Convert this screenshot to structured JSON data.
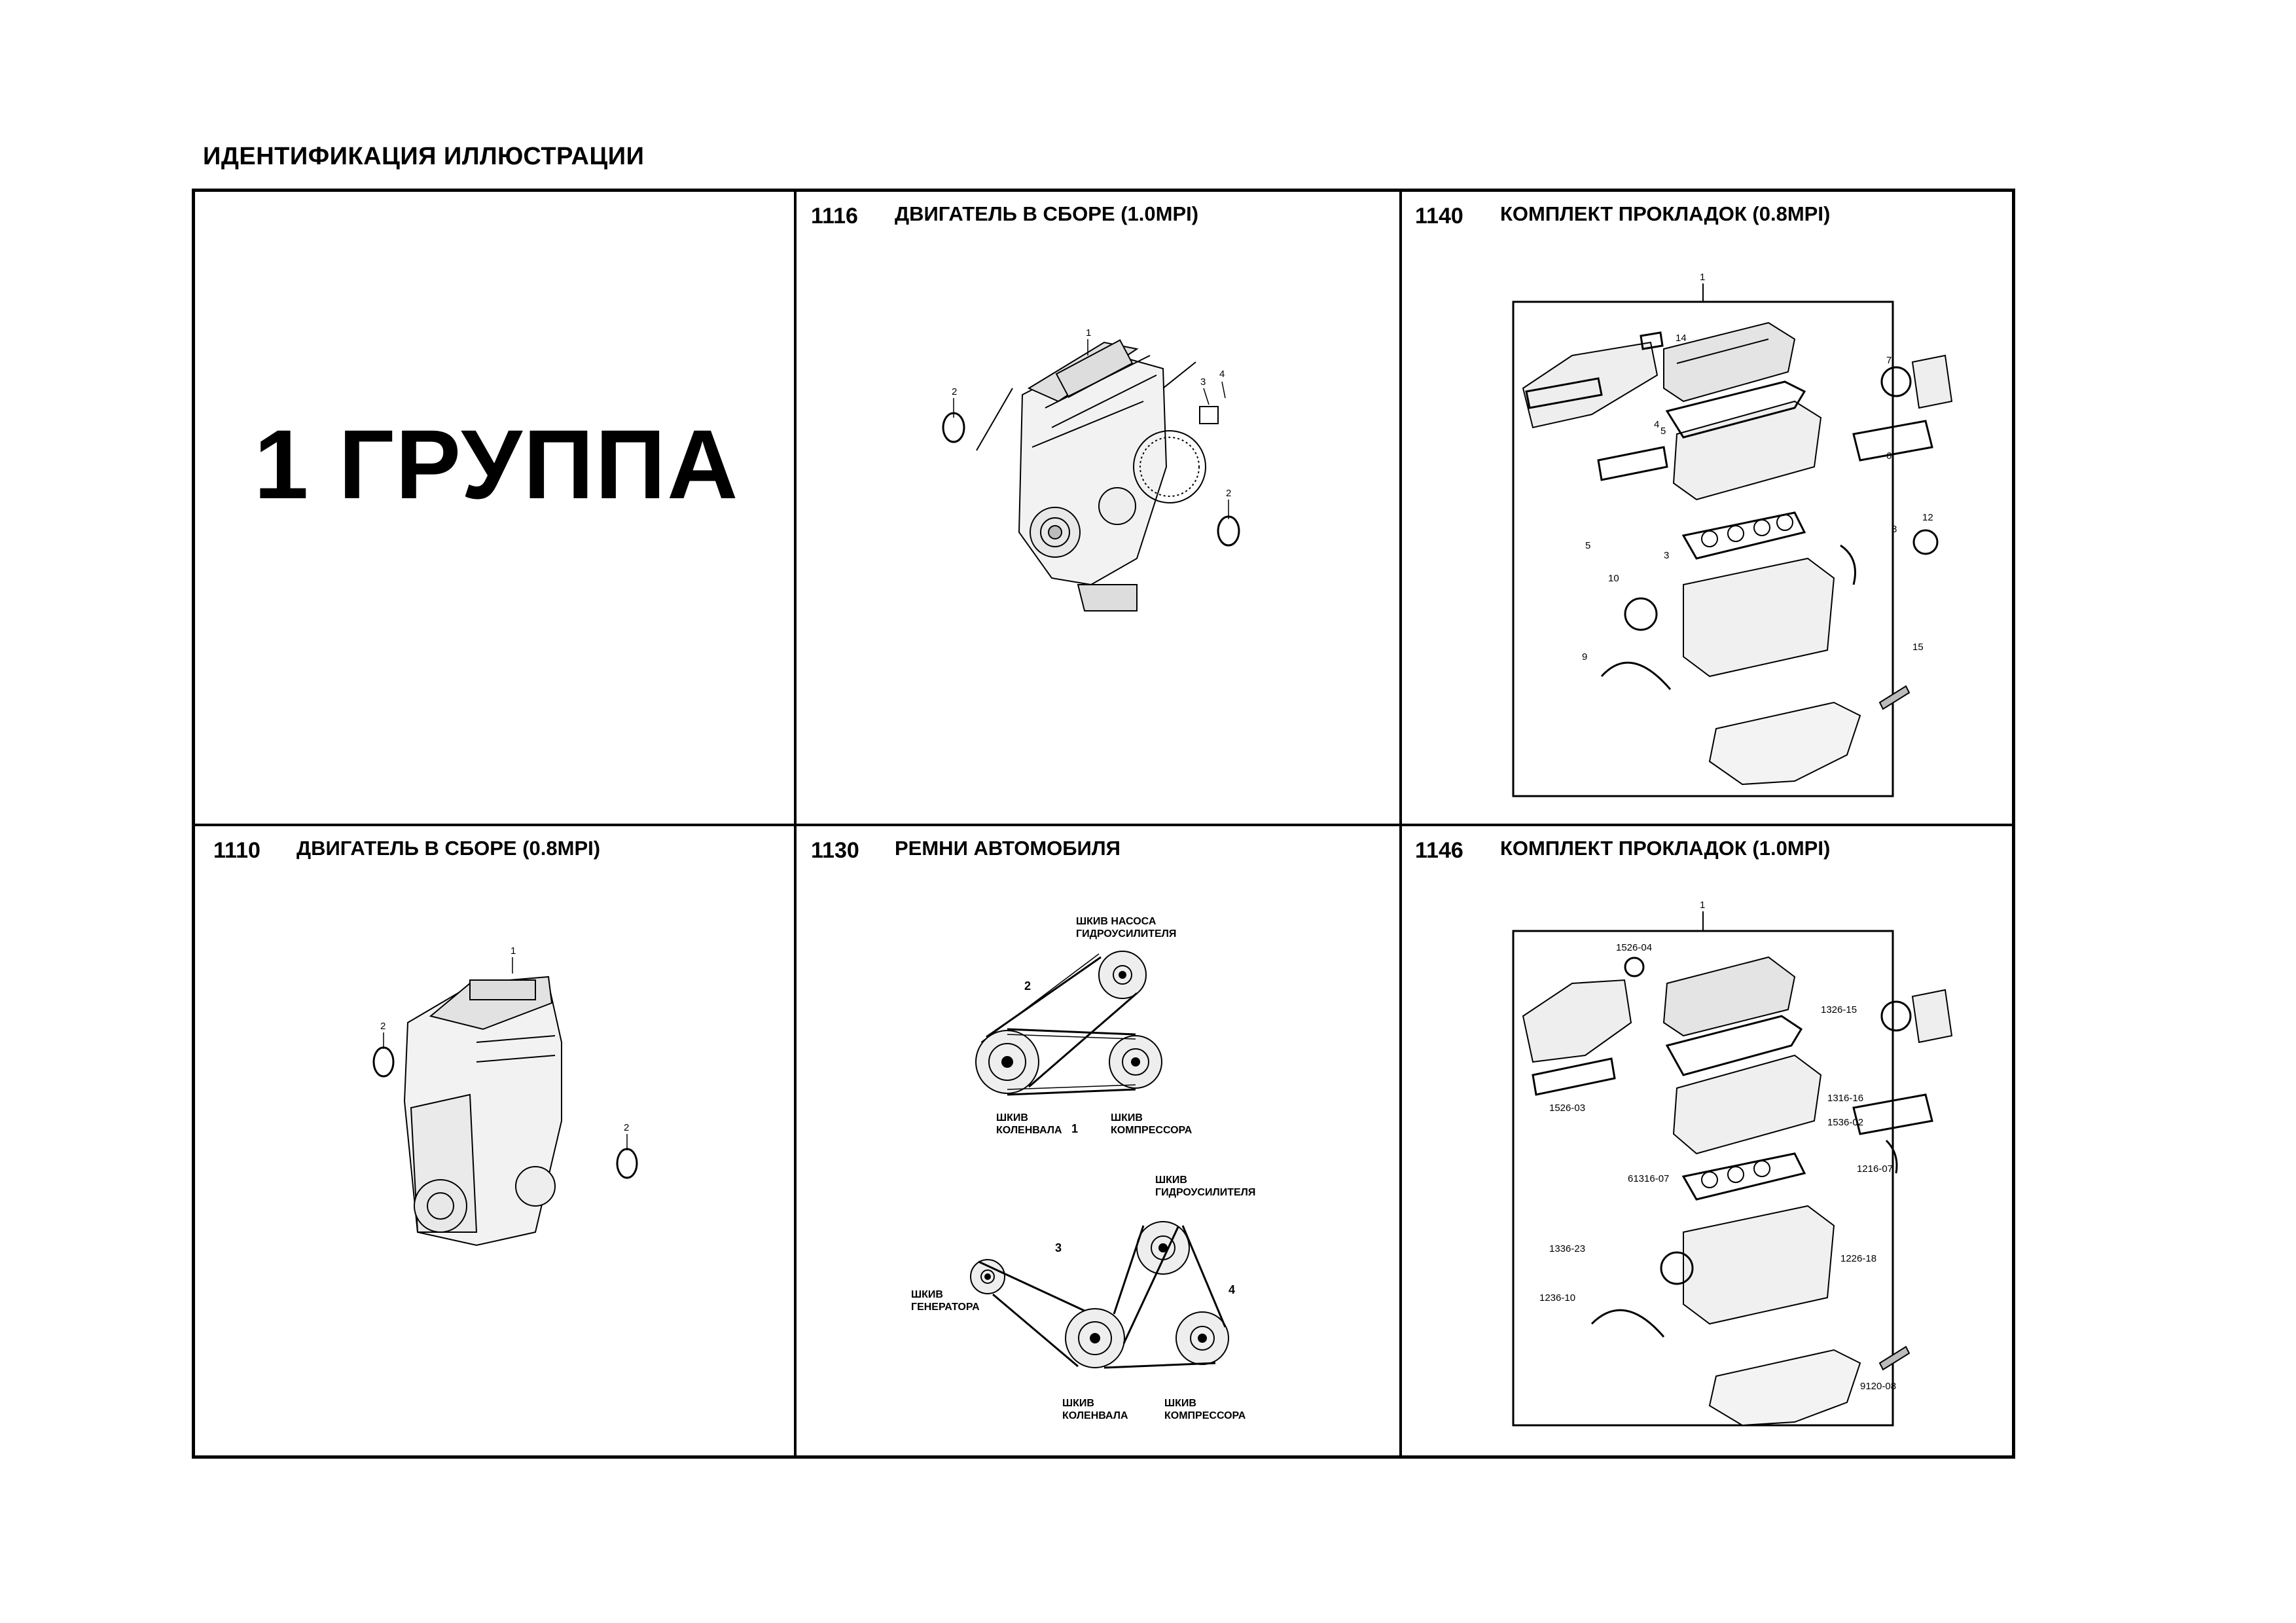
{
  "page": {
    "title": "ИДЕНТИФИКАЦИЯ ИЛЛЮСТРАЦИИ"
  },
  "group_title": "1 ГРУППА",
  "cells": {
    "c1116": {
      "code": "1116",
      "title": "ДВИГАТЕЛЬ В СБОРЕ (1.0MPI)",
      "callouts": {
        "a": "1",
        "b": "2",
        "c": "3",
        "d": "4",
        "e": "2"
      }
    },
    "c1140": {
      "code": "1140",
      "title": "КОМПЛЕКТ ПРОКЛАДОК (0.8MPI)",
      "callouts": {
        "n1": "1",
        "n14": "14",
        "n7": "7",
        "n5a": "5",
        "n4": "4",
        "n6": "6",
        "n5b": "5",
        "n8": "8",
        "n12": "12",
        "n3": "3",
        "n10": "10",
        "n9": "9",
        "n15": "15"
      }
    },
    "c1110": {
      "code": "1110",
      "title": "ДВИГАТЕЛЬ В СБОРЕ (0.8MPI)",
      "callouts": {
        "a": "1",
        "b": "2",
        "c": "2"
      }
    },
    "c1130": {
      "code": "1130",
      "title": "РЕМНИ АВТОМОБИЛЯ",
      "labels": {
        "ps_pump_l1": "ШКИВ НАСОСА",
        "ps_pump_l2": "ГИДРОУСИЛИТЕЛЯ",
        "belt2": "2",
        "belt1": "1",
        "belt3": "3",
        "belt4": "4",
        "crank1_l1": "ШКИВ",
        "crank1_l2": "КОЛЕНВАЛА",
        "comp1_l1": "ШКИВ",
        "comp1_l2": "КОМПРЕССОРА",
        "ps2_l1": "ШКИВ",
        "ps2_l2": "ГИДРОУСИЛИТЕЛЯ",
        "gen_l1": "ШКИВ",
        "gen_l2": "ГЕНЕРАТОРА",
        "crank2_l1": "ШКИВ",
        "crank2_l2": "КОЛЕНВАЛА",
        "comp2_l1": "ШКИВ",
        "comp2_l2": "КОМПРЕССОРА"
      }
    },
    "c1146": {
      "code": "1146",
      "title": "КОМПЛЕКТ ПРОКЛАДОК (1.0MPI)",
      "callouts": {
        "n1": "1",
        "p1": "1526-04",
        "p2": "1326-15",
        "p3": "1316-16",
        "p4": "1526-03",
        "p5": "1536-02",
        "p6": "61316-07",
        "p7": "1216-07",
        "p8": "1336-23",
        "p9": "1226-18",
        "p10": "1236-10",
        "p11": "9120-08"
      }
    }
  }
}
